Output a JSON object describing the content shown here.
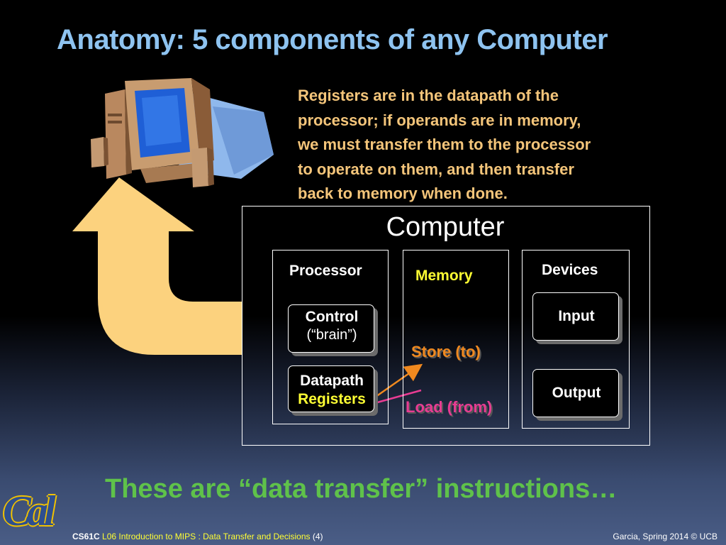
{
  "slide": {
    "title": "Anatomy: 5 components of any Computer",
    "note": "Registers are in the datapath of the\nprocessor;  if operands are in memory,\nwe must transfer them to the processor\nto operate on them, and then transfer\nback to memory when done.",
    "bottom_note": "These are “data transfer” instructions…"
  },
  "diagram": {
    "computer_label": "Computer",
    "processor": {
      "label": "Processor",
      "control_title": "Control",
      "control_sub": "(“brain”)",
      "datapath_title": "Datapath",
      "registers_label": "Registers"
    },
    "memory": {
      "label": "Memory"
    },
    "devices": {
      "label": "Devices",
      "input_label": "Input",
      "output_label": "Output"
    },
    "transfers": {
      "store_label": "Store (to)",
      "load_label": "Load (from)"
    }
  },
  "logo": {
    "text": "Cal"
  },
  "footer": {
    "course": "CS61C",
    "lecture": "L06 Introduction to MIPS : Data Transfer and Decisions",
    "page": "(4)",
    "credit": "Garcia, Spring 2014 © UCB"
  },
  "colors": {
    "title": "#8ec3f0",
    "note": "#f4c57a",
    "memory_label": "#ffff33",
    "registers": "#ffff33",
    "store": "#f0891f",
    "load": "#e83c93",
    "bottom_note": "#5fc24a",
    "arrow": "#fcd27e"
  },
  "icons": {
    "computer_clipart": "computer-icon",
    "big_arrow": "up-arrow-icon",
    "logo": "cal-logo"
  }
}
